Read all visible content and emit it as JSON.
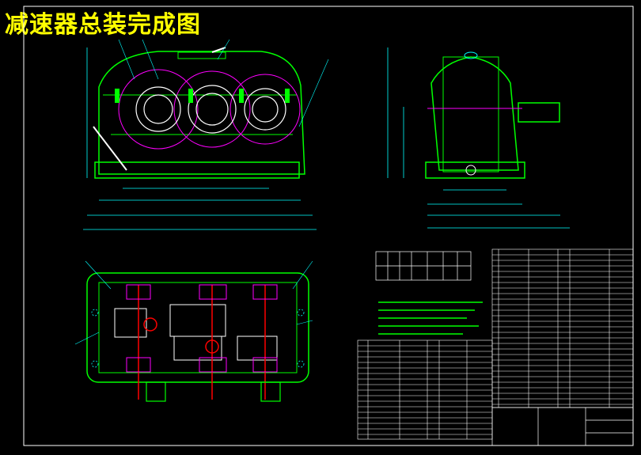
{
  "title": "减速器总装完成图",
  "colors": {
    "background": "#000000",
    "frame": "#ffffff",
    "outline": "#00ff00",
    "gear": "#ff00ff",
    "shaft": "#ff0000",
    "dimension": "#00ffff",
    "text": "#ffff00",
    "table_line": "#ffffff"
  },
  "icons": [
    "gearbox-front-view",
    "gearbox-side-view",
    "gearbox-top-section-view"
  ]
}
